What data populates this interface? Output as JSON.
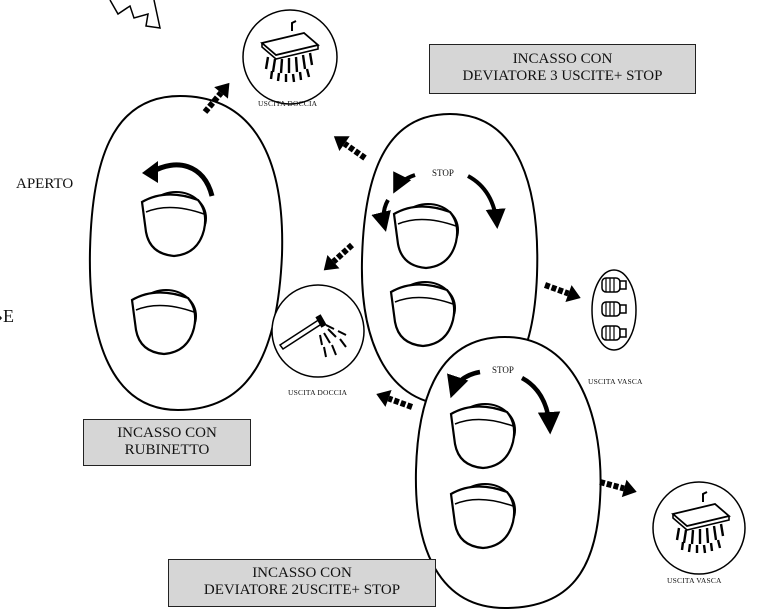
{
  "labels": {
    "aperto": "APERTO",
    "cut_letter": "E",
    "stop": "STOP",
    "uscita_doccia": "USCITA DOCCIA",
    "uscita_vasca": "USCITA VASCA"
  },
  "captions": {
    "deviatore_3": {
      "line1": "INCASSO CON",
      "line2": "DEVIATORE 3 USCITE+ STOP"
    },
    "rubinetto": {
      "line1": "INCASSO CON",
      "line2": "RUBINETTO"
    },
    "deviatore_2": {
      "line1": "INCASSO CON",
      "line2": "DEVIATORE 2USCITE+ STOP"
    }
  }
}
